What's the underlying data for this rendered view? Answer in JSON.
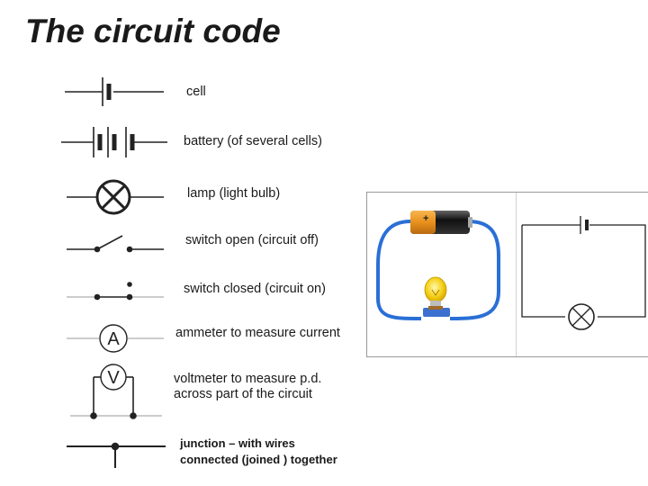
{
  "title": "The circuit code",
  "symbols": [
    {
      "id": "cell",
      "label": "cell"
    },
    {
      "id": "battery",
      "label": "battery (of several cells)"
    },
    {
      "id": "lamp",
      "label": "lamp (light bulb)"
    },
    {
      "id": "switch-open",
      "label": "switch open (circuit off)"
    },
    {
      "id": "switch-closed",
      "label": "switch closed (circuit on)"
    },
    {
      "id": "ammeter",
      "label": "ammeter to measure current",
      "glyph": "A"
    },
    {
      "id": "voltmeter",
      "label_line1": "voltmeter to measure p.d.",
      "label_line2": "across part of the circuit",
      "glyph": "V"
    },
    {
      "id": "junction",
      "label_line1": "junction – with wires",
      "label_line2": "connected (joined ) together"
    }
  ],
  "battery_picture": {
    "plus_sign": "+"
  },
  "colors": {
    "wire_blue": "#2a6fd6",
    "battery_orange": "#e8901c",
    "bulb_yellow": "#f5d21a",
    "symbol_stroke": "#222222"
  }
}
